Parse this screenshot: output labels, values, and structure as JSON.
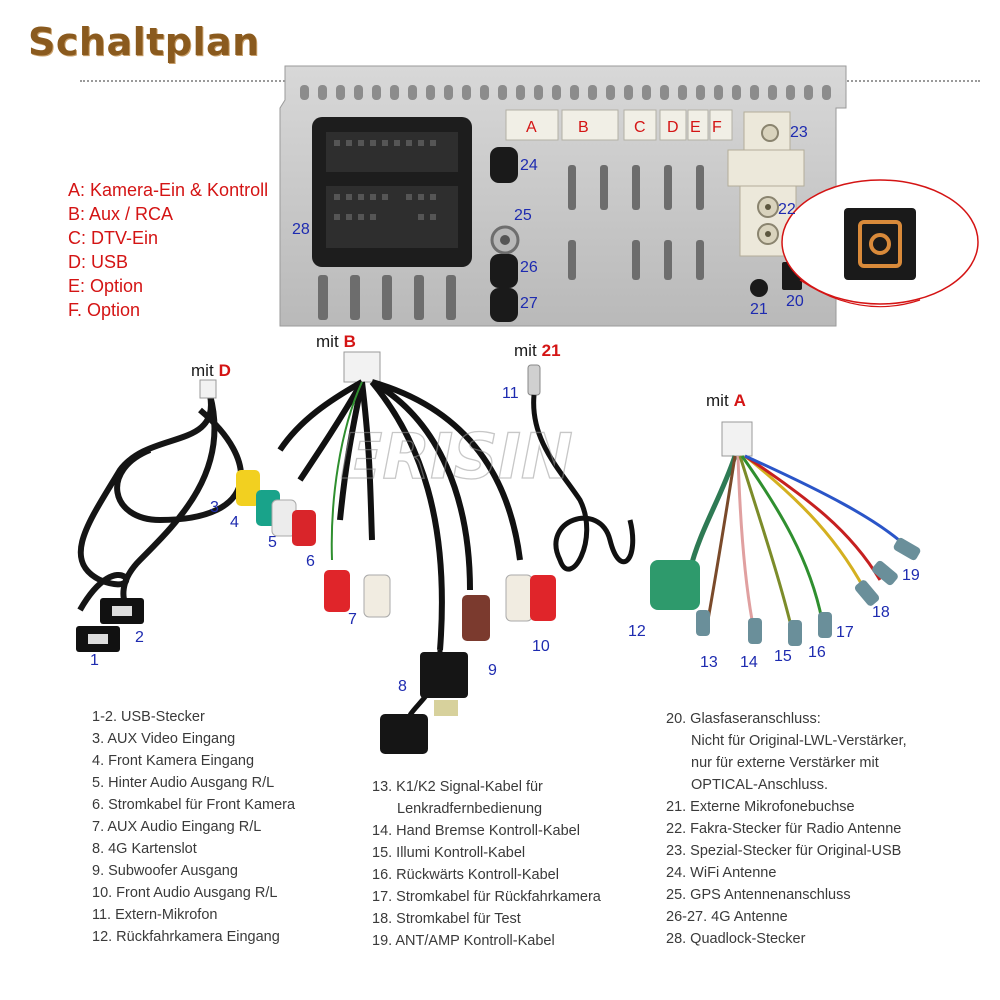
{
  "title": "Schaltplan",
  "connector_legend": [
    "A: Kamera-Ein & Kontroll",
    "B: Aux / RCA",
    "C: DTV-Ein",
    "D: USB",
    "E: Option",
    "F. Option"
  ],
  "connector_letters": [
    "A",
    "B",
    "C",
    "D",
    "E",
    "F"
  ],
  "port_numbers": [
    "28",
    "24",
    "25",
    "26",
    "27",
    "23",
    "22",
    "21",
    "20"
  ],
  "cable_labels": {
    "mit_d": {
      "word": "mit",
      "ref": "D"
    },
    "mit_b": {
      "word": "mit",
      "ref": "B"
    },
    "mit_21": {
      "word": "mit",
      "ref": "21"
    },
    "mit_a": {
      "word": "mit",
      "ref": "A"
    }
  },
  "cable_numbers": [
    "1",
    "2",
    "3",
    "4",
    "5",
    "6",
    "7",
    "8",
    "9",
    "10",
    "11",
    "12",
    "13",
    "14",
    "15",
    "16",
    "17",
    "18",
    "19"
  ],
  "watermark": "ERISIN",
  "descriptions_col1": [
    "1-2. USB-Stecker",
    "3. AUX Video Eingang",
    "4. Front Kamera Eingang",
    "5. Hinter Audio Ausgang R/L",
    "6. Stromkabel für Front Kamera",
    "7. AUX Audio Eingang R/L",
    "8. 4G Kartenslot",
    "9. Subwoofer Ausgang",
    "10. Front Audio Ausgang R/L",
    "11. Extern-Mikrofon",
    "12. Rückfahrkamera Eingang"
  ],
  "descriptions_col2": {
    "item13_line1": "13. K1/K2 Signal-Kabel für",
    "item13_line2": "Lenkradfernbedienung",
    "items": [
      "14. Hand Bremse Kontroll-Kabel",
      "15. Illumi Kontroll-Kabel",
      "16. Rückwärts Kontroll-Kabel",
      "17. Stromkabel für Rückfahrkamera",
      "18. Stromkabel für Test",
      "19. ANT/AMP Kontroll-Kabel"
    ]
  },
  "descriptions_col3": {
    "item20_line1": "20. Glasfaseranschluss:",
    "item20_line2": "Nicht für Original-LWL-Verstärker,",
    "item20_line3": "nur für externe Verstärker mit",
    "item20_line4": "OPTICAL-Anschluss.",
    "items": [
      "21. Externe Mikrofonebuchse",
      "22. Fakra-Stecker für Radio Antenne",
      "23. Spezial-Stecker für Original-USB",
      "24. WiFi Antenne",
      "25. GPS Antennenanschluss",
      "26-27. 4G Antenne",
      "28. Quadlock-Stecker"
    ]
  },
  "colors": {
    "title": "#8a5a1e",
    "red_text": "#d41414",
    "number_blue": "#1e2bb0",
    "panel_metal": "#c9c9c9",
    "optical_orange": "#d98a3a"
  }
}
